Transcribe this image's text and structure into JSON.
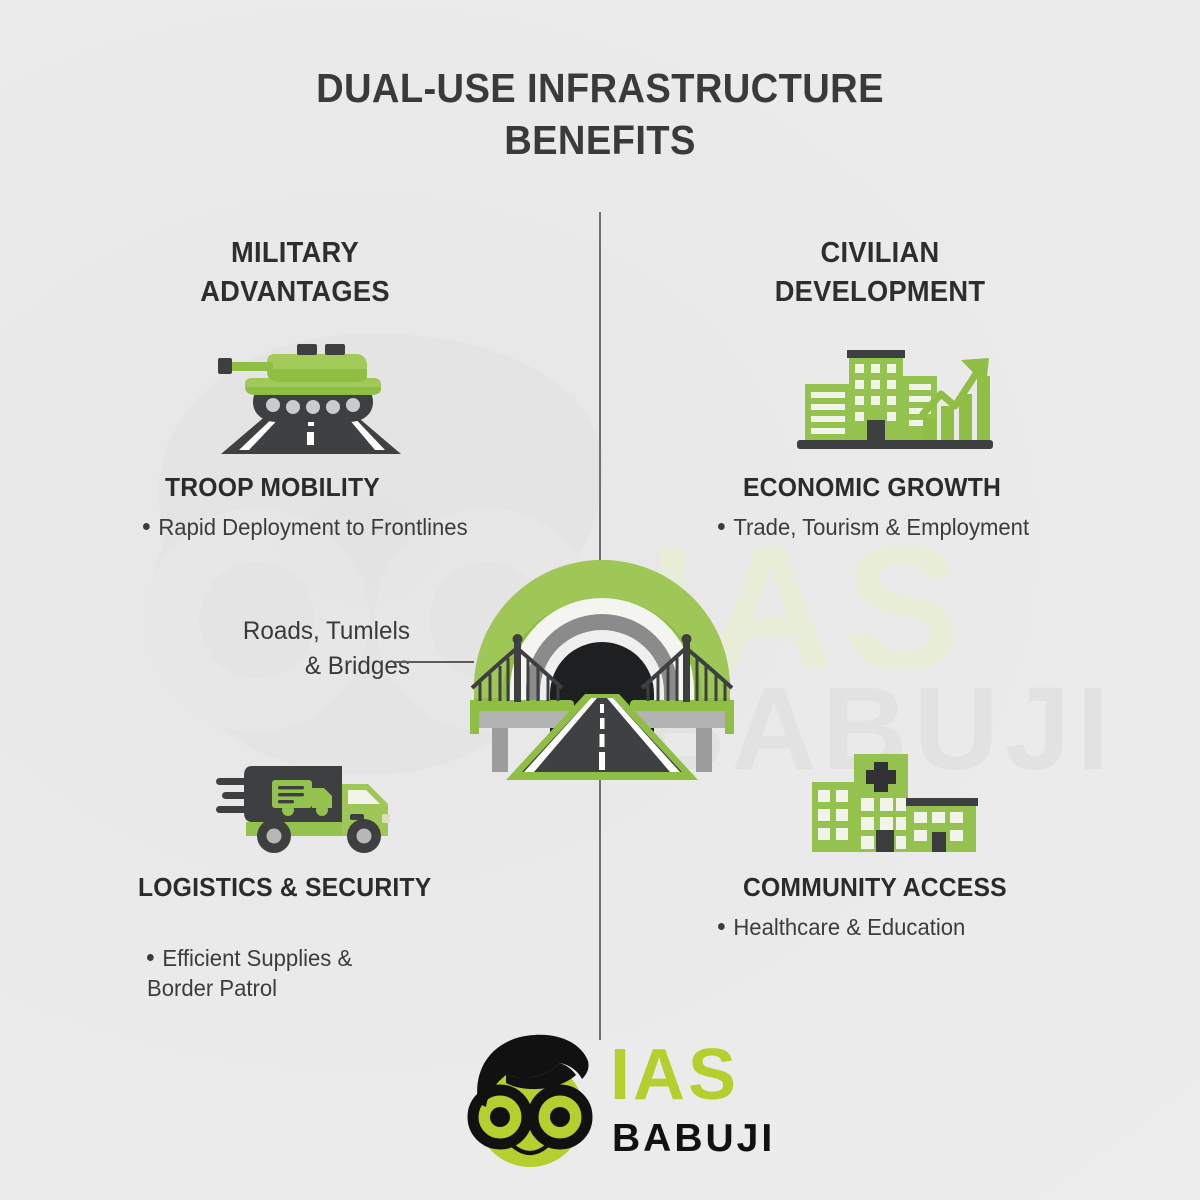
{
  "title": "DUAL-USE INFRASTRUCTURE\nBENEFITS",
  "colors": {
    "green": "#8fbe45",
    "green_light": "#a3cb5a",
    "green_dark": "#7aa83a",
    "dark": "#3d3d3d",
    "road": "#3e4042",
    "gray": "#a8a8a8",
    "background": "#ebebeb",
    "logo_green": "#b5cf2e",
    "text_dark": "#2b2b2b"
  },
  "columns": {
    "left": {
      "heading": "MILITARY\nADVANTAGES"
    },
    "right": {
      "heading": "CIVILIAN\nDEVELOPMENT"
    }
  },
  "blocks": [
    {
      "id": "troop-mobility",
      "icon": "tank-on-road-icon",
      "heading": "TROOP MOBILITY",
      "bullet": "Rapid Deployment to Frontlines"
    },
    {
      "id": "economic-growth",
      "icon": "city-buildings-growth-chart-icon",
      "heading": "ECONOMIC GROWTH",
      "bullet": "Trade, Tourism & Employment"
    },
    {
      "id": "logistics-security",
      "icon": "delivery-truck-icon",
      "heading": "LOGISTICS & SECURITY",
      "bullet": "Efficient Supplies &\nBorder Patrol"
    },
    {
      "id": "community-access",
      "icon": "hospital-building-icon",
      "heading": "COMMUNITY ACCESS",
      "bullet": "Healthcare & Education"
    }
  ],
  "center": {
    "icon": "tunnel-bridge-road-icon",
    "label": "Roads, Tumlels\n& Bridges"
  },
  "watermark": {
    "face": "ias-babuji-face-watermark",
    "text_primary": "IAS",
    "text_secondary": "BABUJI"
  },
  "logo": {
    "face": "ias-babuji-mascot-face",
    "text_primary": "IAS",
    "text_secondary": "BABUJI"
  }
}
